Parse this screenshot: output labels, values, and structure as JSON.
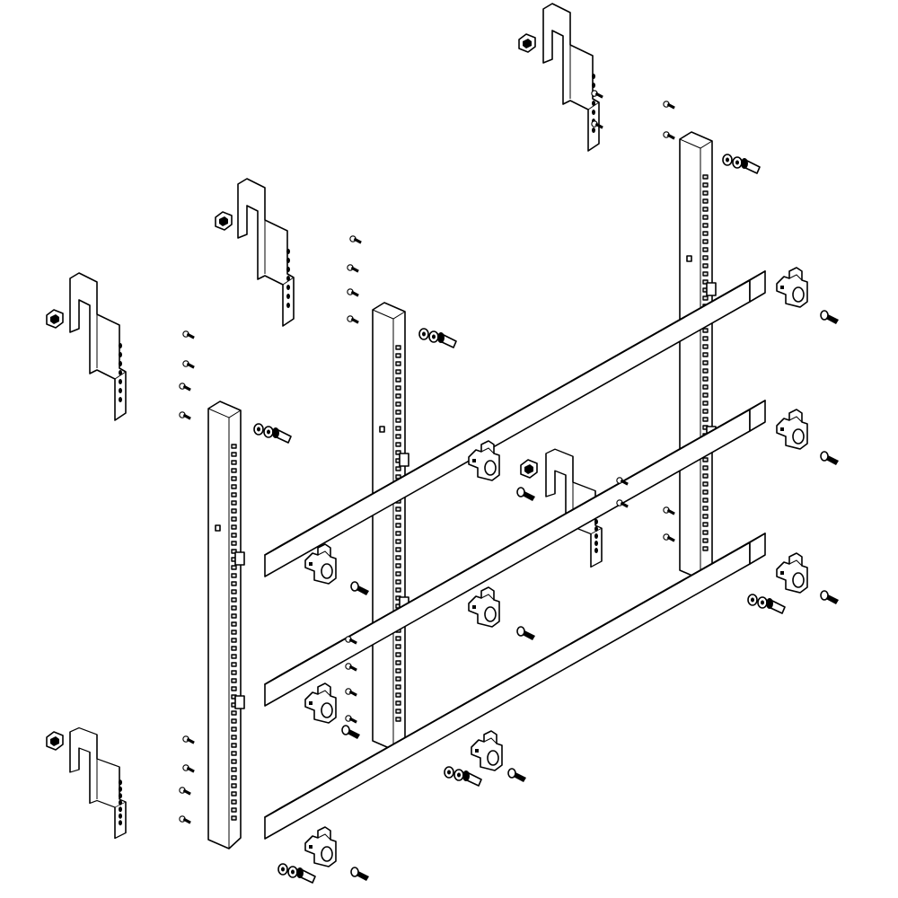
{
  "drawing": {
    "style": "exploded assembly line drawing",
    "colors": {
      "line": "#000000",
      "background": "#ffffff",
      "shade": "#d9d9d9"
    },
    "components": {
      "vertical_posts": 3,
      "horizontal_bars": 3,
      "mounting_brackets": 5,
      "bar_clamps": 9
    }
  }
}
